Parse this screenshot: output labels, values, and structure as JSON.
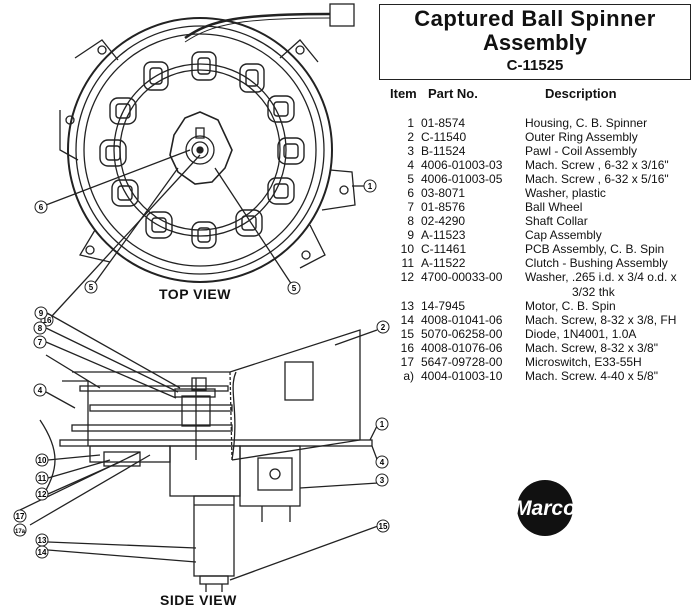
{
  "title": {
    "line1": "Captured  Ball  Spinner",
    "line2": "Assembly",
    "part": "C-11525"
  },
  "headers": {
    "item": "Item",
    "part": "Part No.",
    "desc": "Description"
  },
  "parts": [
    {
      "item": "1",
      "part": "01-8574",
      "desc": "Housing, C. B. Spinner"
    },
    {
      "item": "2",
      "part": "C-11540",
      "desc": "Outer Ring Assembly"
    },
    {
      "item": "3",
      "part": "B-11524",
      "desc": "Pawl - Coil Assembly"
    },
    {
      "item": "4",
      "part": "4006-01003-03",
      "desc": "Mach. Screw , 6-32 x 3/16\""
    },
    {
      "item": "5",
      "part": "4006-01003-05",
      "desc": "Mach. Screw , 6-32 x 5/16\""
    },
    {
      "item": "6",
      "part": "03-8071",
      "desc": "Washer, plastic"
    },
    {
      "item": "7",
      "part": "01-8576",
      "desc": "Ball Wheel"
    },
    {
      "item": "8",
      "part": "02-4290",
      "desc": "Shaft Collar"
    },
    {
      "item": "9",
      "part": "A-11523",
      "desc": "Cap Assembly"
    },
    {
      "item": "10",
      "part": "C-11461",
      "desc": "PCB Assembly, C. B. Spin"
    },
    {
      "item": "11",
      "part": "A-11522",
      "desc": "Clutch - Bushing Assembly"
    },
    {
      "item": "12",
      "part": "4700-00033-00",
      "desc": "Washer, .265 i.d. x 3/4 o.d. x",
      "desc2": "3/32 thk"
    },
    {
      "item": "13",
      "part": "14-7945",
      "desc": "Motor, C. B. Spin"
    },
    {
      "item": "14",
      "part": "4008-01041-06",
      "desc": "Mach. Screw, 8-32 x 3/8, FH"
    },
    {
      "item": "15",
      "part": "5070-06258-00",
      "desc": "Diode, 1N4001, 1.0A"
    },
    {
      "item": "16",
      "part": "4008-01076-06",
      "desc": "Mach. Screw, 8-32 x 3/8\""
    },
    {
      "item": "17",
      "part": "5647-09728-00",
      "desc": "Microswitch, E33-55H"
    },
    {
      "item": "a)",
      "part": "4004-01003-10",
      "desc": "Mach. Screw. 4-40 x 5/8\""
    }
  ],
  "views": {
    "top": "TOP VIEW",
    "side": "SIDE VIEW"
  },
  "logo": "Marco",
  "callouts": {
    "top": [
      "6",
      "1",
      "16",
      "5",
      "5"
    ],
    "side": [
      "2",
      "9",
      "8",
      "7",
      "4",
      "1",
      "4",
      "3",
      "10",
      "11",
      "12",
      "17",
      "17a",
      "13",
      "14",
      "15"
    ]
  }
}
